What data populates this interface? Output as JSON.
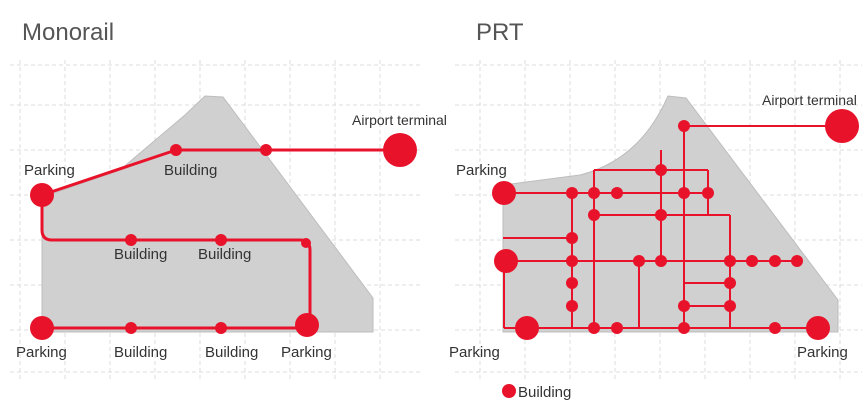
{
  "panels": {
    "monorail": {
      "title": "Monorail",
      "labels": {
        "airport": "Airport terminal",
        "parking_top": "Parking",
        "building_top": "Building",
        "building_mid1": "Building",
        "building_mid2": "Building",
        "parking_bl": "Parking",
        "building_b1": "Building",
        "building_b2": "Building",
        "parking_br": "Parking"
      }
    },
    "prt": {
      "title": "PRT",
      "labels": {
        "airport": "Airport terminal",
        "parking_top": "Parking",
        "parking_bl": "Parking",
        "parking_br": "Parking"
      }
    }
  },
  "legend": {
    "label": "Building"
  },
  "colors": {
    "route": "#e8132b",
    "area": "#d0d0d0",
    "grid": "#dddddd"
  }
}
